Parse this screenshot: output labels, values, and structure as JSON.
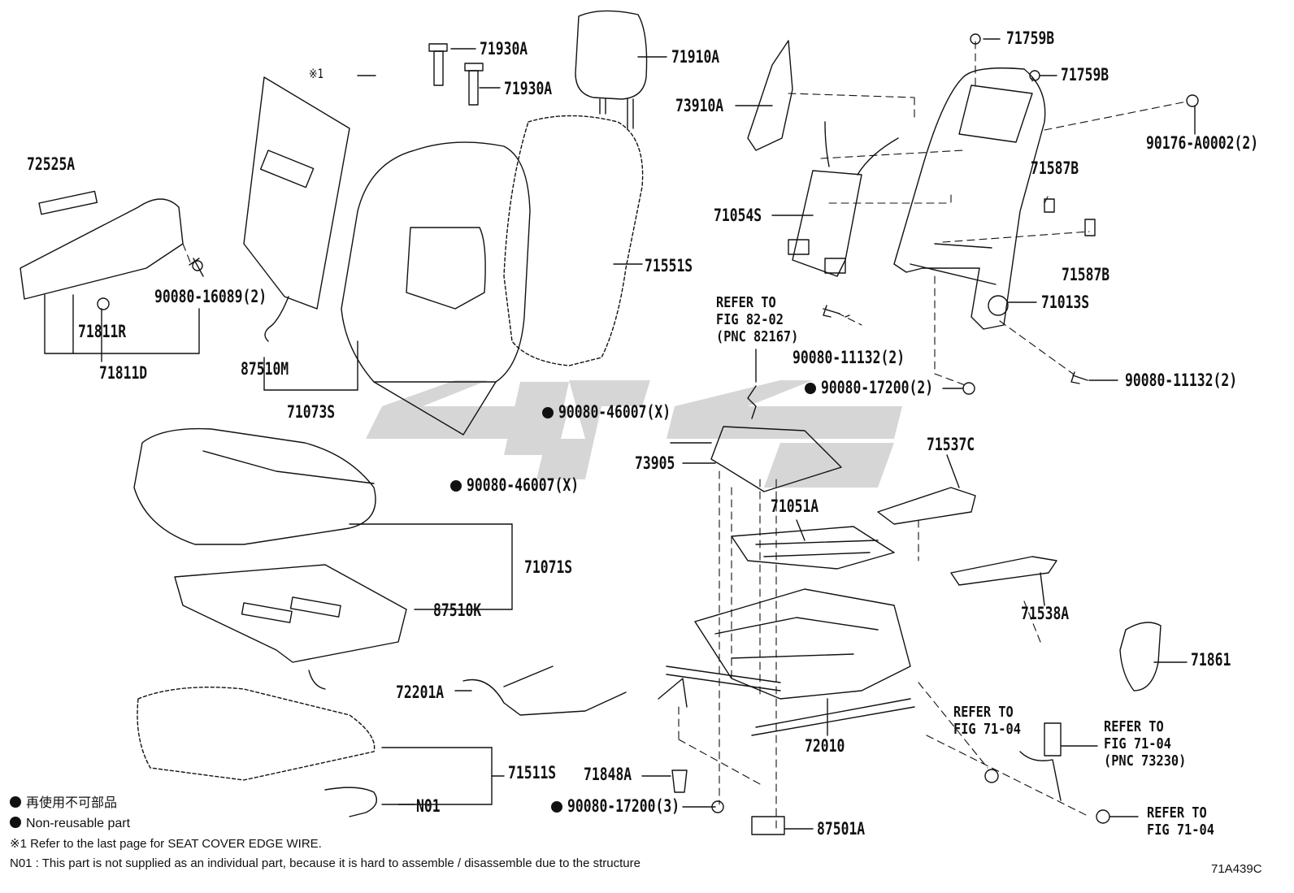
{
  "parts": {
    "p71930A_1": "71930A",
    "p71930A_2": "71930A",
    "p71910A": "71910A",
    "p73910A": "73910A",
    "p71759B_1": "71759B",
    "p71759B_2": "71759B",
    "p90176": "90176-A0002(2)",
    "p72525A": "72525A",
    "p90080_16089": "90080-16089(2)",
    "p71811R": "71811R",
    "p71811D": "71811D",
    "p87510M": "87510M",
    "p71073S": "71073S",
    "p71551S": "71551S",
    "p71054S": "71054S",
    "p71587B_1": "71587B",
    "p71587B_2": "71587B",
    "p71013S": "71013S",
    "p90080_11132_a": "90080-11132(2)",
    "p90080_11132_b": "90080-11132(2)",
    "p90080_17200_2": "90080-17200(2)",
    "p90080_46007_a": "90080-46007(X)",
    "p90080_46007_b": "90080-46007(X)",
    "p73905": "73905",
    "p71537C": "71537C",
    "p71051A": "71051A",
    "p71071S": "71071S",
    "p87510K": "87510K",
    "p71538A": "71538A",
    "p71861": "71861",
    "p72201A": "72201A",
    "p72010": "72010",
    "p71511S": "71511S",
    "pN01": "N01",
    "p71848A": "71848A",
    "p90080_17200_3": "90080-17200(3)",
    "p87501A": "87501A",
    "star1": "※1"
  },
  "refs": {
    "fig8202": "REFER TO\nFIG 82-02\n(PNC 82167)",
    "fig7104_a": "REFER TO\nFIG 71-04",
    "fig7104_b": "REFER TO\nFIG 71-04\n(PNC 73230)",
    "fig7104_c": "REFER TO\nFIG 71-04"
  },
  "notes": {
    "jp": "再使用不可部品",
    "en": "Non-reusable part",
    "star": "※1  Refer to the last page for SEAT COVER EDGE WIRE.",
    "n01": "N01 : This part is not supplied as an individual part, because it is hard to assemble / disassemble due to the structure",
    "code": "71A439C"
  },
  "colors": {
    "ink": "#111111",
    "watermark": "#cfcfcf",
    "background": "#ffffff"
  }
}
